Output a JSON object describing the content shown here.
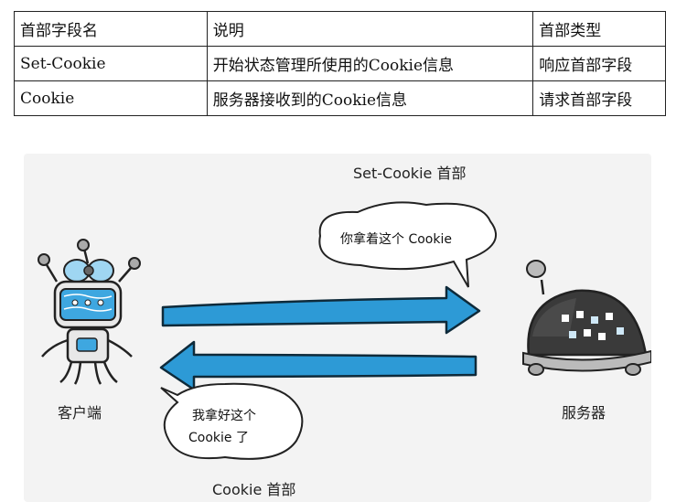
{
  "table": {
    "headers": [
      "首部字段名",
      "说明",
      "首部类型"
    ],
    "rows": [
      [
        "Set-Cookie",
        "开始状态管理所使用的Cookie信息",
        "响应首部字段"
      ],
      [
        "Cookie",
        "服务器接收到的Cookie信息",
        "请求首部字段"
      ]
    ]
  },
  "diagram": {
    "top_label": "Set-Cookie 首部",
    "bottom_label": "Cookie 首部",
    "client_label": "客户端",
    "server_label": "服务器",
    "server_bubble": "你拿着这个 Cookie",
    "client_bubble_line1": "我拿好这个",
    "client_bubble_line2": "Cookie 了",
    "arrow_color": "#2d9ad6"
  }
}
